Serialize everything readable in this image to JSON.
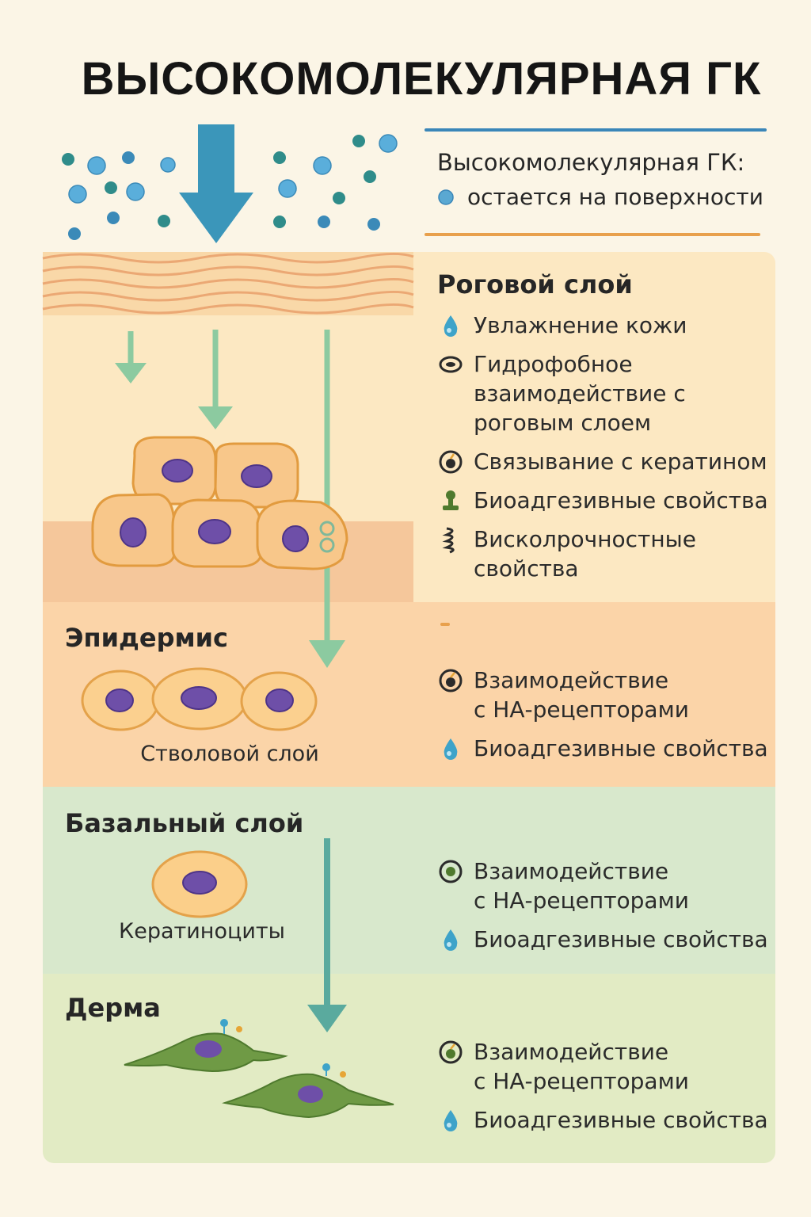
{
  "title": "ВЫСОКОМОЛЕКУЛЯРНАЯ ГК",
  "info": {
    "heading": "Высокомолекулярная ГК:",
    "item": "остается на поверхности",
    "accent_top": "#3a86b8",
    "accent_bottom": "#e8a04c"
  },
  "layers": {
    "stratum": {
      "title": "Роговой слой",
      "color": "#fce8c2",
      "properties": [
        {
          "icon": "drop-icon",
          "text": "Увлажнение кожи"
        },
        {
          "icon": "oval-icon",
          "text": "Гидрофобное\nвзаимодействие с\nроговым  слоем"
        },
        {
          "icon": "binding-icon",
          "text": "Связывание с кератином"
        },
        {
          "icon": "adhesion-icon",
          "text": "Биоадгезивные свойства"
        },
        {
          "icon": "spring-icon",
          "text": "Висколрочностные\nсвойства"
        }
      ]
    },
    "epidermis": {
      "title": "Эпидермис",
      "caption": "Стволовой слой",
      "color": "#fbd4a8",
      "properties": [
        {
          "icon": "receptor-icon",
          "text": "Взаимодействие\nс НА-рецепторами"
        },
        {
          "icon": "drop-icon",
          "text": "Биоадгезивные свойства"
        }
      ]
    },
    "basal": {
      "title": "Базальный слой",
      "caption": "Кератиноциты",
      "color": "#d8e8cc",
      "properties": [
        {
          "icon": "receptor-icon",
          "text": "Взаимодействие\nс НА-рецепторами"
        },
        {
          "icon": "drop-icon",
          "text": "Биоадгезивные свойства"
        }
      ]
    },
    "derma": {
      "title": "Дерма",
      "color": "#e2ebc4",
      "properties": [
        {
          "icon": "receptor-icon",
          "text": "Взаимодействие\nс НА-рецепторами"
        },
        {
          "icon": "drop-icon",
          "text": "Биоадгезивные свойства"
        }
      ]
    }
  }
}
